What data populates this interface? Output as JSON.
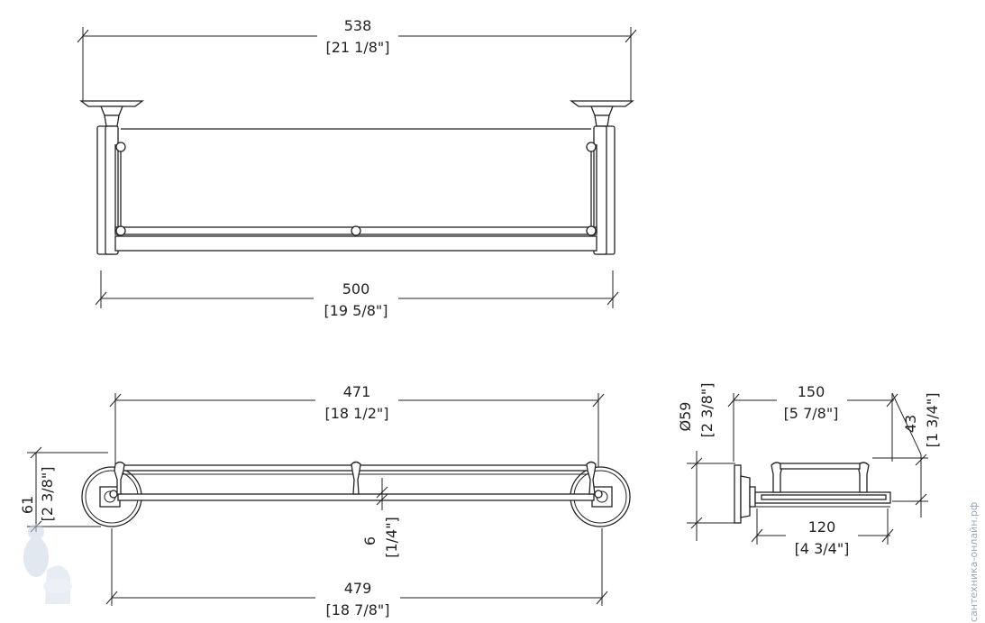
{
  "front_view": {
    "overall_width": {
      "mm": "538",
      "in": "[21 1/8\"]"
    },
    "bar_length": {
      "mm": "500",
      "in": "[19 5/8\"]"
    }
  },
  "top_view": {
    "shelf_length": {
      "mm": "471",
      "in": "[18 1/2\"]"
    },
    "mount_center": {
      "mm": "479",
      "in": "[18 7/8\"]"
    },
    "depth": {
      "mm": "61",
      "in": "[2 3/8\"]"
    },
    "gap": {
      "mm": "6",
      "in": "[1/4\"]"
    }
  },
  "side_view": {
    "diameter": {
      "mm": "Ø59",
      "in": "[2 3/8\"]"
    },
    "projection": {
      "mm": "150",
      "in": "[5 7/8\"]"
    },
    "height": {
      "mm": "43",
      "in": "[1 3/4\"]"
    },
    "tray_depth": {
      "mm": "120",
      "in": "[4 3/4\"]"
    }
  },
  "watermark": "сантехника-онлайн.рф"
}
